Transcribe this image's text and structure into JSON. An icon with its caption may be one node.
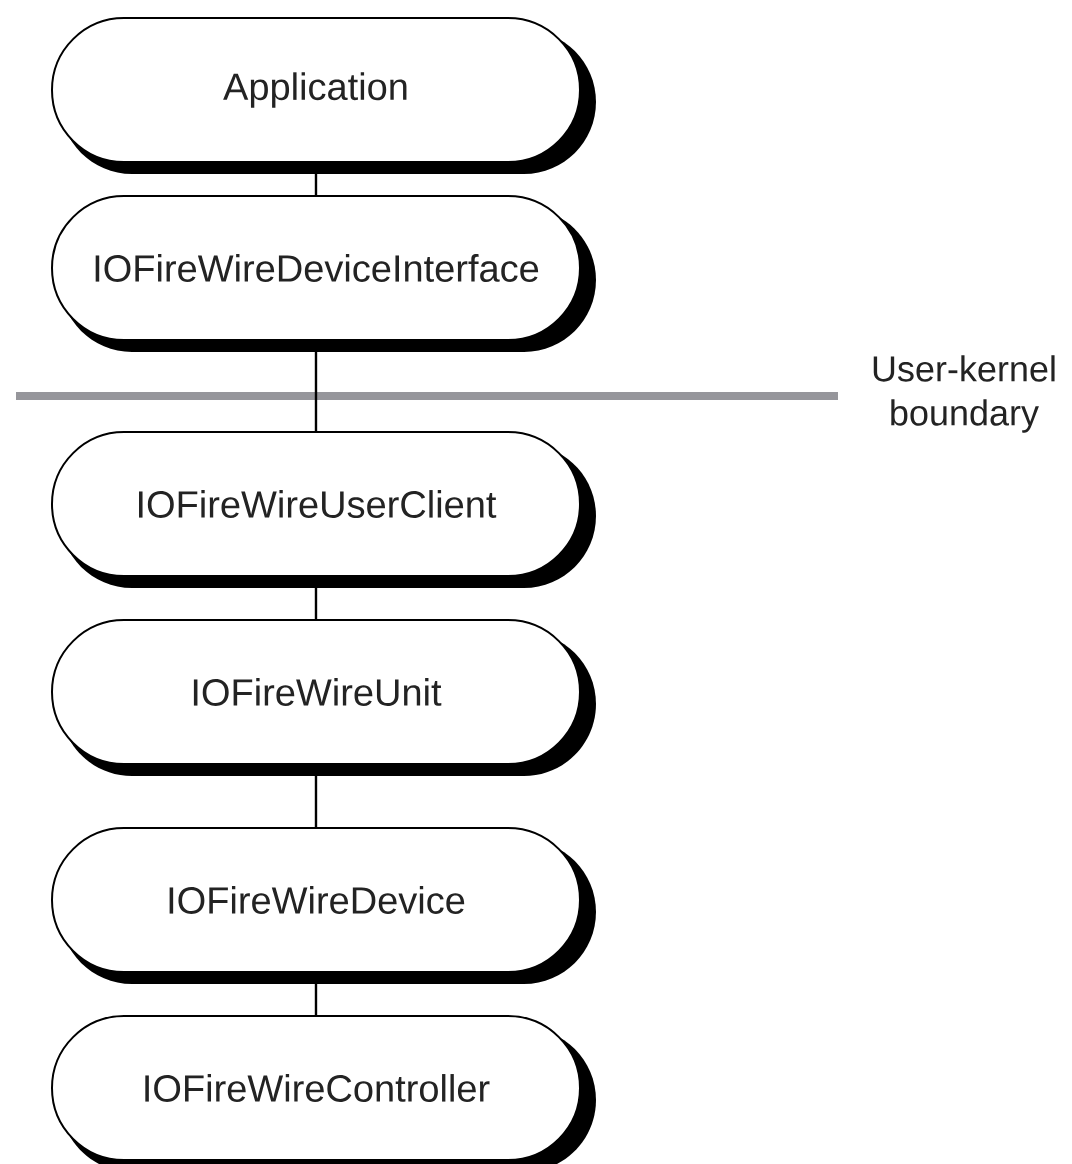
{
  "diagram": {
    "nodes": [
      {
        "text": [
          "Application"
        ]
      },
      {
        "text": [
          "IOFireWireDeviceInterface"
        ]
      },
      {
        "text": [
          "IOFireWireUserClient"
        ]
      },
      {
        "text": [
          "IOFireWireUnit"
        ]
      },
      {
        "text": [
          "IOFireWireDevice"
        ]
      },
      {
        "text": [
          "IOFireWireController"
        ]
      }
    ],
    "edges": [
      {
        "from": 0,
        "to": 1,
        "arrow": "none"
      },
      {
        "from": 1,
        "to": 2,
        "arrow": "none"
      },
      {
        "from": 2,
        "to": 3,
        "arrow": "none"
      },
      {
        "from": 3,
        "to": 4,
        "arrow": "none"
      },
      {
        "from": 4,
        "to": 5,
        "arrow": "none"
      }
    ],
    "labels": [
      "User-kernel boundary"
    ]
  }
}
